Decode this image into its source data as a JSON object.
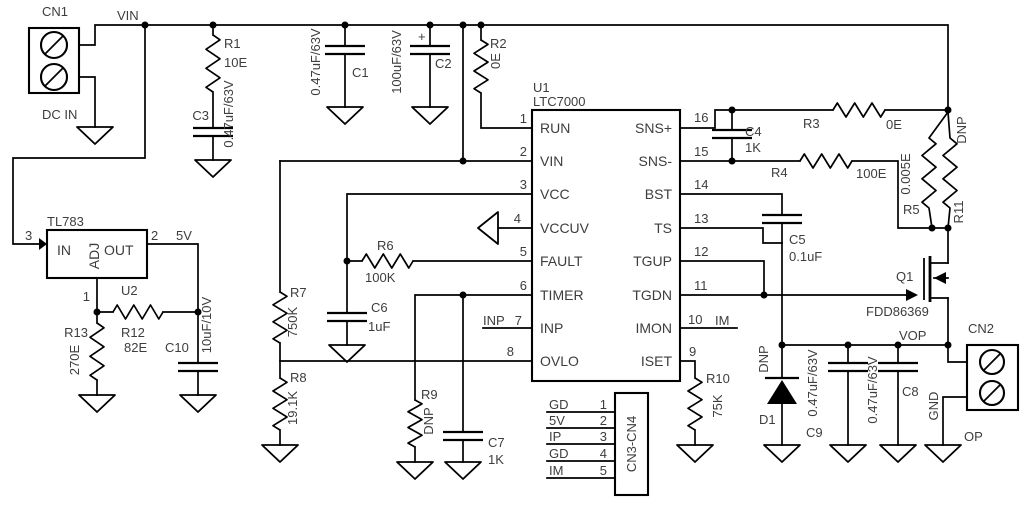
{
  "nets": {
    "vin": "VIN",
    "v5": "5V",
    "vop": "VOP",
    "gnd": "GND",
    "op": "OP",
    "im": "IM",
    "inp": "INP",
    "plus": "+"
  },
  "connectors": {
    "cn1": {
      "ref": "CN1",
      "label": "DC IN"
    },
    "cn2": {
      "ref": "CN2",
      "label": "OP"
    },
    "cn34": {
      "ref": "CN3-CN4",
      "pins": [
        {
          "num": "1",
          "name": "GD"
        },
        {
          "num": "2",
          "name": "5V"
        },
        {
          "num": "3",
          "name": "IP"
        },
        {
          "num": "4",
          "name": "GD"
        },
        {
          "num": "5",
          "name": "IM"
        }
      ]
    }
  },
  "ics": {
    "u1": {
      "ref": "U1",
      "part": "LTC7000",
      "left_pins": [
        {
          "num": "1",
          "name": "RUN"
        },
        {
          "num": "2",
          "name": "VIN"
        },
        {
          "num": "3",
          "name": "VCC"
        },
        {
          "num": "4",
          "name": "VCCUV"
        },
        {
          "num": "5",
          "name": "FAULT"
        },
        {
          "num": "6",
          "name": "TIMER"
        },
        {
          "num": "7",
          "name": "INP"
        },
        {
          "num": "8",
          "name": "OVLO"
        }
      ],
      "right_pins": [
        {
          "num": "16",
          "name": "SNS+"
        },
        {
          "num": "15",
          "name": "SNS-"
        },
        {
          "num": "14",
          "name": "BST"
        },
        {
          "num": "13",
          "name": "TS"
        },
        {
          "num": "12",
          "name": "TGUP"
        },
        {
          "num": "11",
          "name": "TGDN"
        },
        {
          "num": "10",
          "name": "IMON"
        },
        {
          "num": "9",
          "name": "ISET"
        }
      ]
    },
    "u2": {
      "ref": "U2",
      "part": "TL783",
      "pin_in": "IN",
      "pin_adj": "ADJ",
      "pin_out": "OUT",
      "num_in": "3",
      "num_out": "2",
      "num_adj": "1"
    }
  },
  "resistors": {
    "r1": {
      "ref": "R1",
      "value": "10E"
    },
    "r2": {
      "ref": "R2",
      "value": "0E"
    },
    "r3": {
      "ref": "R3",
      "value": "0E"
    },
    "r4": {
      "ref": "R4",
      "value": "100E"
    },
    "r5": {
      "ref": "R5",
      "value": "0.005E"
    },
    "r6": {
      "ref": "R6",
      "value": "100K"
    },
    "r7": {
      "ref": "R7",
      "value": "750K"
    },
    "r8": {
      "ref": "R8",
      "value": "19.1K"
    },
    "r9": {
      "ref": "R9",
      "value": "DNP"
    },
    "r10": {
      "ref": "R10",
      "value": "75K"
    },
    "r11": {
      "ref": "R11",
      "value": "DNP"
    },
    "r12": {
      "ref": "R12",
      "value": "82E"
    },
    "r13": {
      "ref": "R13",
      "value": "270E"
    }
  },
  "capacitors": {
    "c1": {
      "ref": "C1",
      "value": "0.47uF/63V"
    },
    "c2": {
      "ref": "C2",
      "value": "100uF/63V"
    },
    "c3": {
      "ref": "C3",
      "value": "0.47uF/63V"
    },
    "c4": {
      "ref": "C4",
      "value": "1K"
    },
    "c5": {
      "ref": "C5",
      "value": "0.1uF"
    },
    "c6": {
      "ref": "C6",
      "value": "1uF"
    },
    "c7": {
      "ref": "C7",
      "value": "1K"
    },
    "c8": {
      "ref": "C8",
      "value": "0.47uF/63V"
    },
    "c9": {
      "ref": "C9",
      "value": "0.47uF/63V"
    },
    "c10": {
      "ref": "C10",
      "value": "10uF/10V"
    }
  },
  "semis": {
    "q1": {
      "ref": "Q1",
      "part": "FDD86369"
    },
    "d1": {
      "ref": "D1",
      "value": "DNP"
    }
  }
}
